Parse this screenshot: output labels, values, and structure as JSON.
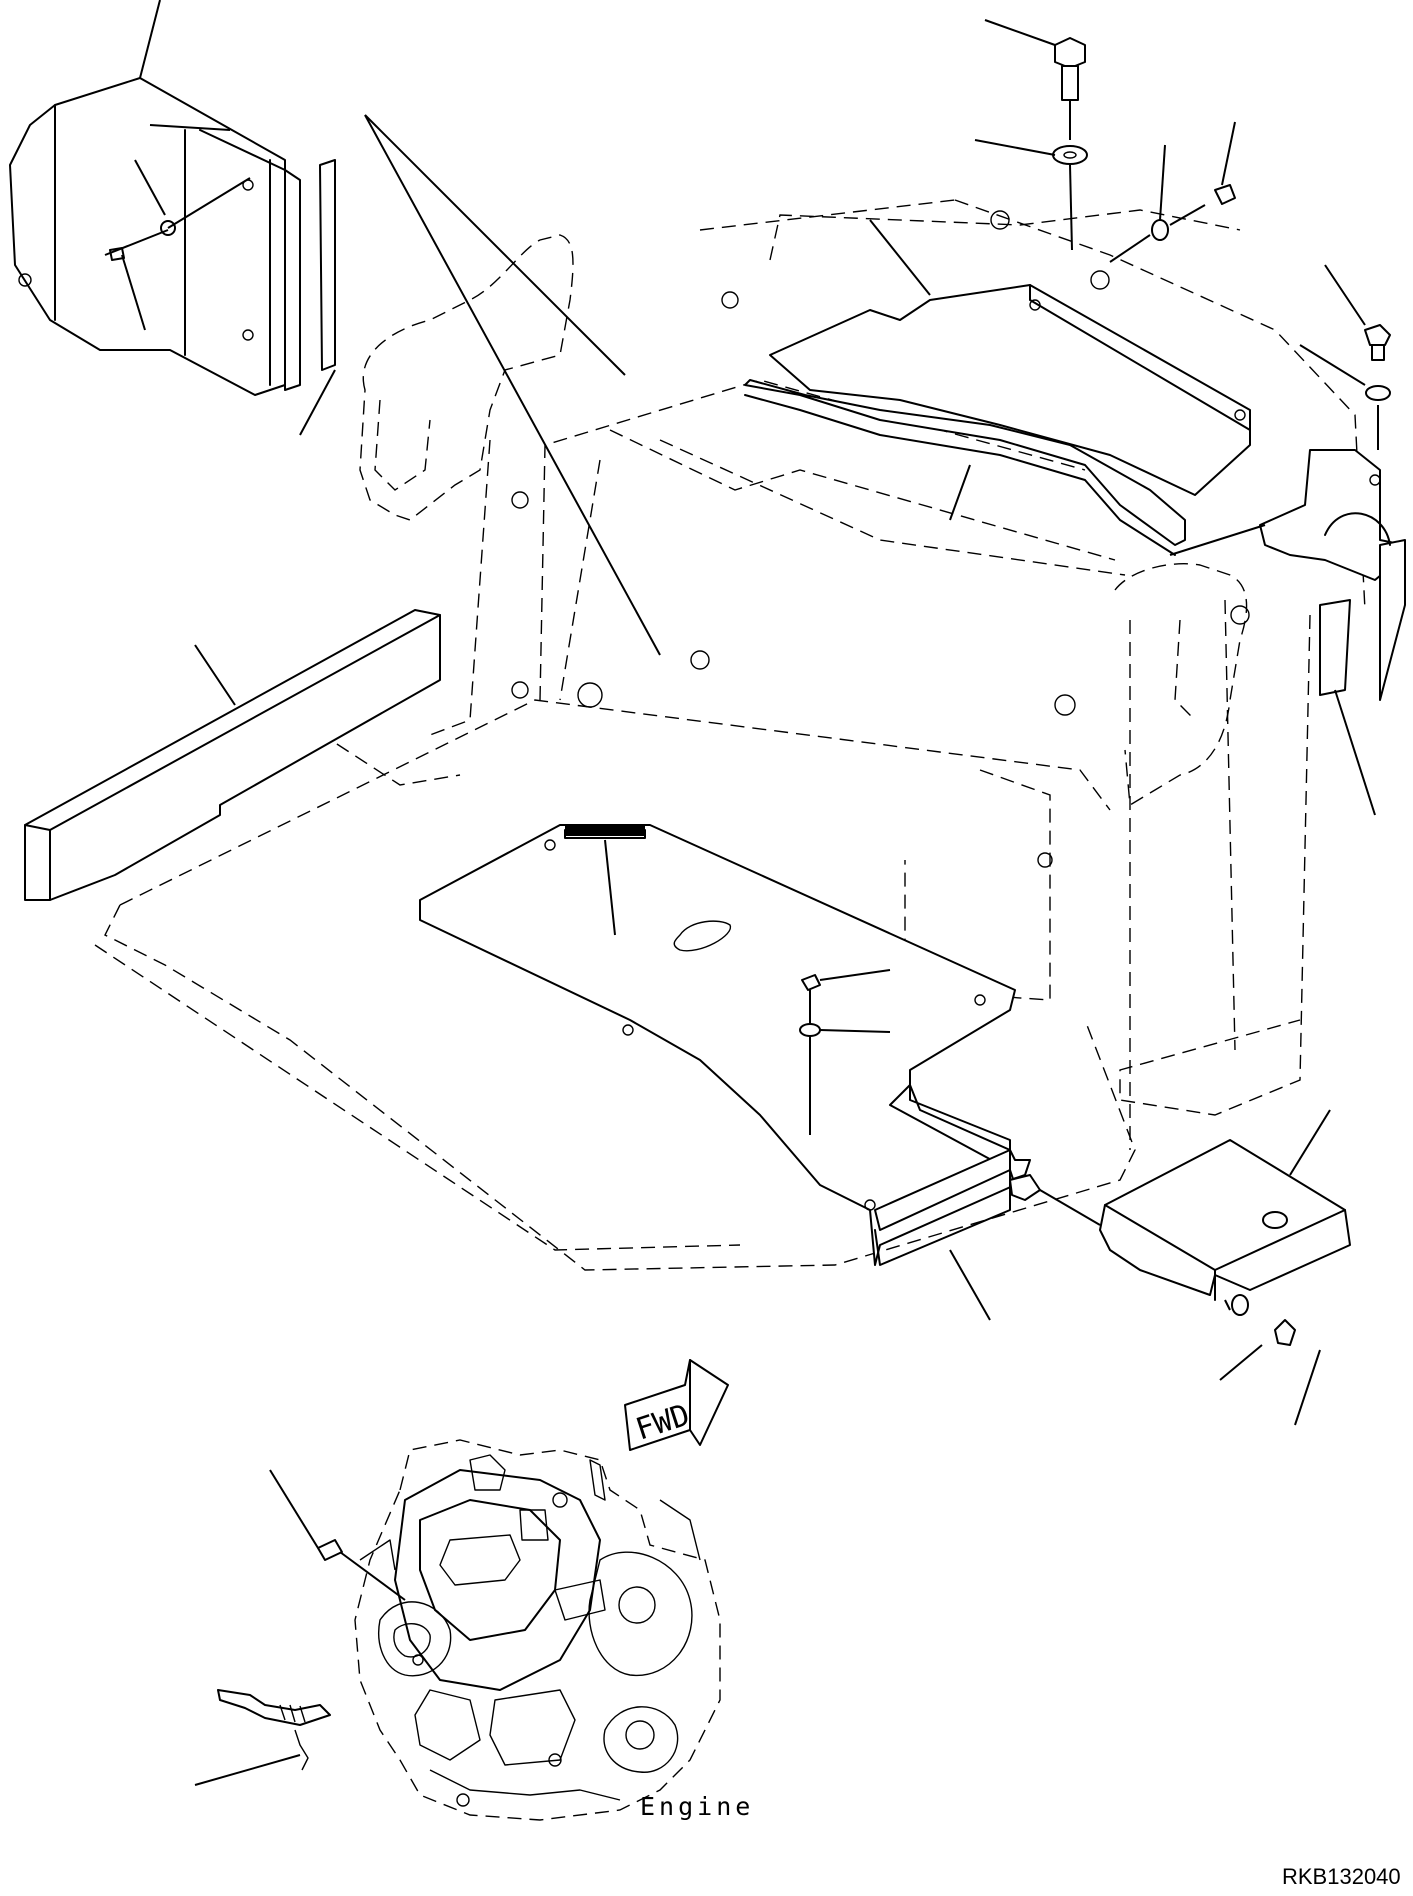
{
  "diagram": {
    "engine_label": "Engine",
    "direction_label": "FWD",
    "drawing_number": "RKB132040"
  }
}
